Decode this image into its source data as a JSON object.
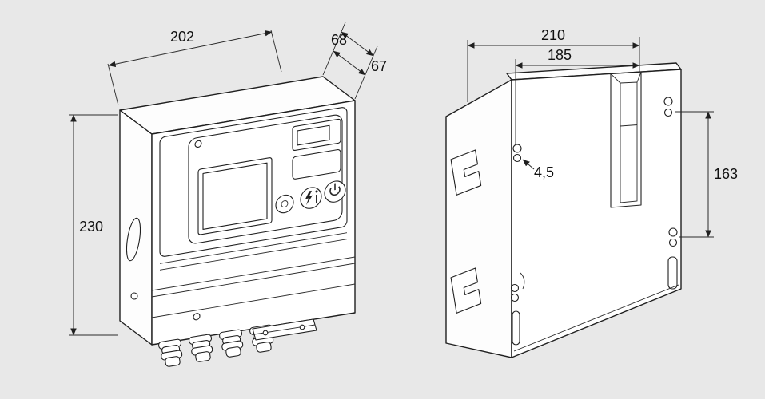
{
  "colors": {
    "background": "#e8e8e8",
    "line": "#1f1f1f"
  },
  "front_view": {
    "dims": {
      "width": "202",
      "depth_top": "68",
      "depth_front": "67",
      "height": "230"
    }
  },
  "rear_view": {
    "dims": {
      "width_overall": "210",
      "mount_hole_spacing_h": "185",
      "mount_hole_diameter": "4,5",
      "mount_hole_spacing_v": "163"
    }
  }
}
